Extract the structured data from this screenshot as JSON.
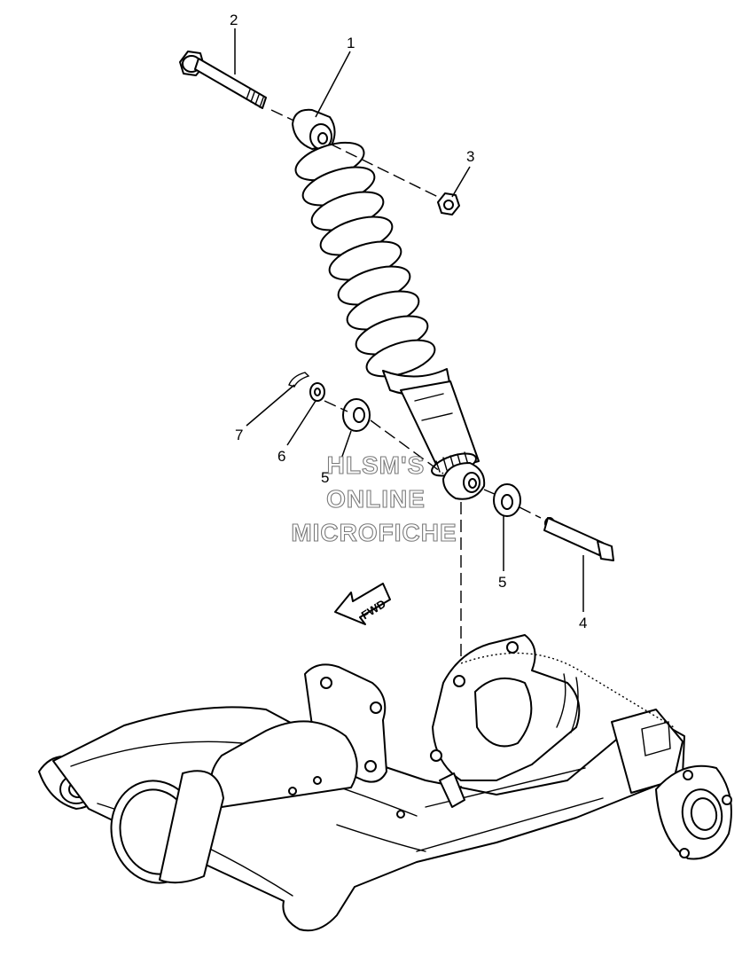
{
  "diagram": {
    "callouts": [
      {
        "id": "c1",
        "label": "1"
      },
      {
        "id": "c2",
        "label": "2"
      },
      {
        "id": "c3",
        "label": "3"
      },
      {
        "id": "c4",
        "label": "4"
      },
      {
        "id": "c5a",
        "label": "5"
      },
      {
        "id": "c5b",
        "label": "5"
      },
      {
        "id": "c6",
        "label": "6"
      },
      {
        "id": "c7",
        "label": "7"
      }
    ],
    "fwd_label": "FWD",
    "watermark": [
      "HLSM'S",
      "ONLINE",
      "MICROFICHE"
    ]
  }
}
